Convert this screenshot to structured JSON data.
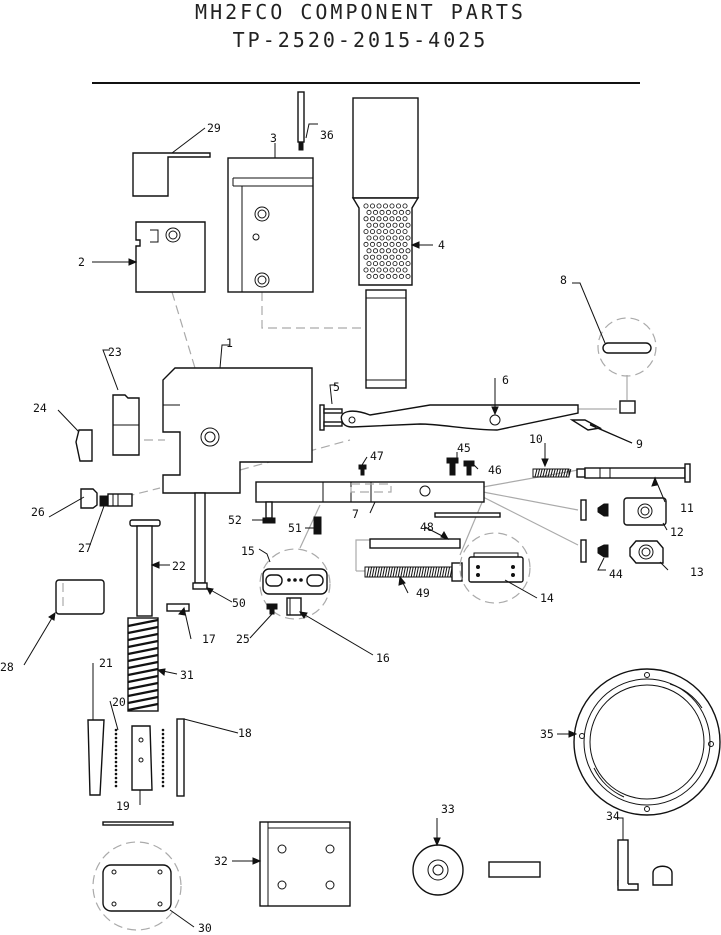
{
  "title": {
    "line1": "MH2FCO COMPONENT PARTS",
    "line2": "TP-2520-2015-4025"
  },
  "labels": {
    "p1": "1",
    "p2": "2",
    "p3": "3",
    "p4": "4",
    "p5": "5",
    "p6": "6",
    "p7": "7",
    "p8": "8",
    "p9": "9",
    "p10": "10",
    "p11": "11",
    "p12": "12",
    "p13": "13",
    "p14": "14",
    "p15": "15",
    "p16": "16",
    "p17": "17",
    "p18": "18",
    "p19": "19",
    "p20": "20",
    "p21": "21",
    "p22": "22",
    "p23": "23",
    "p24": "24",
    "p25": "25",
    "p26": "26",
    "p27": "27",
    "p28": "28",
    "p29": "29",
    "p30": "30",
    "p31": "31",
    "p32": "32",
    "p33": "33",
    "p34": "34",
    "p35": "35",
    "p36": "36",
    "p44": "44",
    "p45": "45",
    "p46": "46",
    "p47": "47",
    "p48": "48",
    "p49": "49",
    "p50": "50",
    "p51": "51",
    "p52": "52"
  },
  "colors": {
    "line": "#111111",
    "ghost_line": "#aaaaaa",
    "background": "#ffffff"
  }
}
